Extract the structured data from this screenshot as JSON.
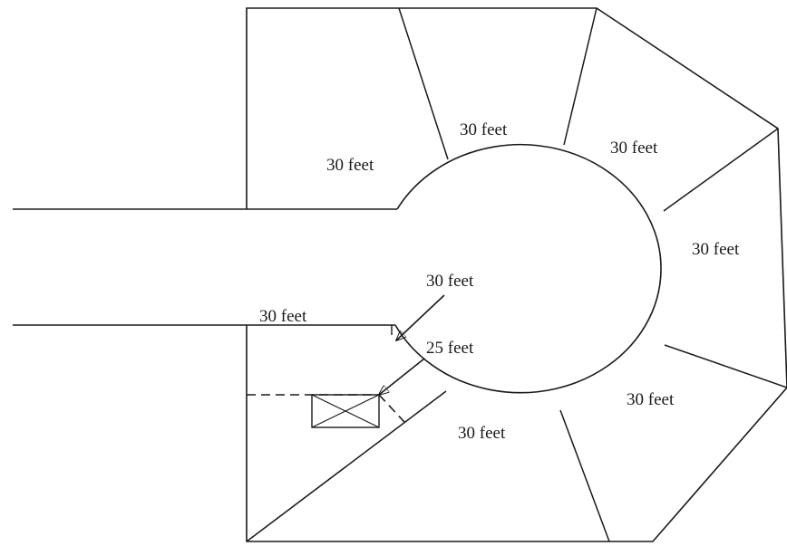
{
  "colors": {
    "ink": "#1a1a1a",
    "background": "#ffffff"
  },
  "labels": {
    "lot_top_left": "30 feet",
    "lot_top_middle": "30 feet",
    "lot_top_right": "30 feet",
    "lot_right": "30 feet",
    "lot_bottom_right": "30 feet",
    "lot_bottom_middle": "30 feet",
    "street_frontage": "30 feet",
    "radius_to_circle": "30 feet",
    "distance_to_house": "25 feet"
  }
}
